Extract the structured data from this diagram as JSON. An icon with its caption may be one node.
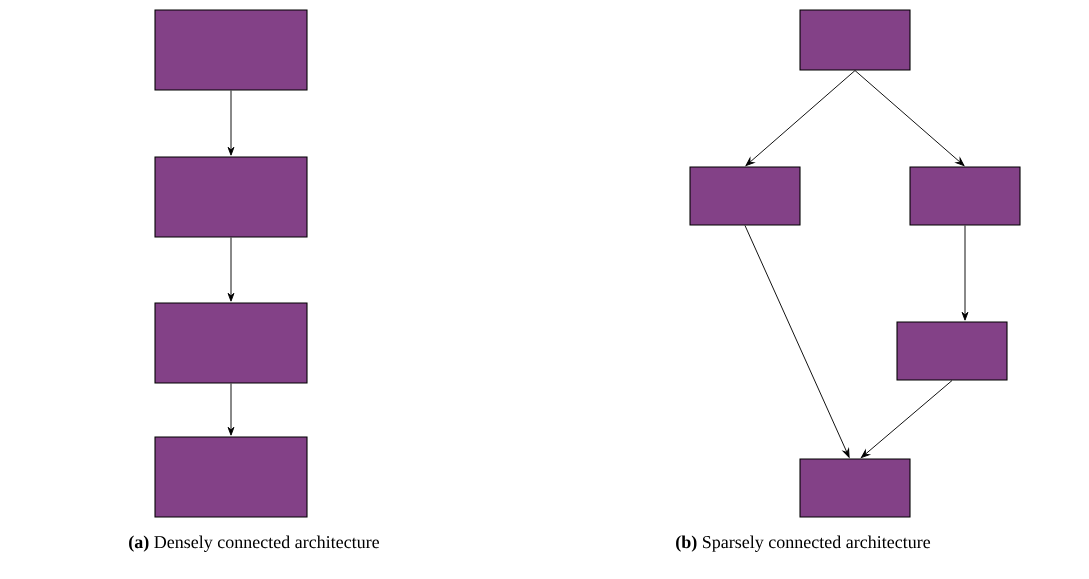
{
  "diagram": {
    "nodes": [
      {
        "text": [],
        "shape": "box"
      },
      {
        "text": [],
        "shape": "box"
      },
      {
        "text": [],
        "shape": "box"
      },
      {
        "text": [],
        "shape": "box"
      },
      {
        "text": [],
        "shape": "box"
      },
      {
        "text": [],
        "shape": "box"
      },
      {
        "text": [],
        "shape": "box"
      },
      {
        "text": [],
        "shape": "box"
      },
      {
        "text": [],
        "shape": "box"
      }
    ],
    "edges": [
      {
        "from": 0,
        "to": 1,
        "arrow": "to"
      },
      {
        "from": 1,
        "to": 2,
        "arrow": "to"
      },
      {
        "from": 2,
        "to": 3,
        "arrow": "to"
      },
      {
        "from": 4,
        "to": 5,
        "arrow": "to"
      },
      {
        "from": 4,
        "to": 6,
        "arrow": "to"
      },
      {
        "from": 6,
        "to": 7,
        "arrow": "to"
      },
      {
        "from": 5,
        "to": 8,
        "arrow": "to"
      },
      {
        "from": 7,
        "to": 8,
        "arrow": "to"
      }
    ],
    "labels": [
      "**(a)** Densely connected architecture",
      "**(b)** Sparsely connected architecture"
    ]
  }
}
